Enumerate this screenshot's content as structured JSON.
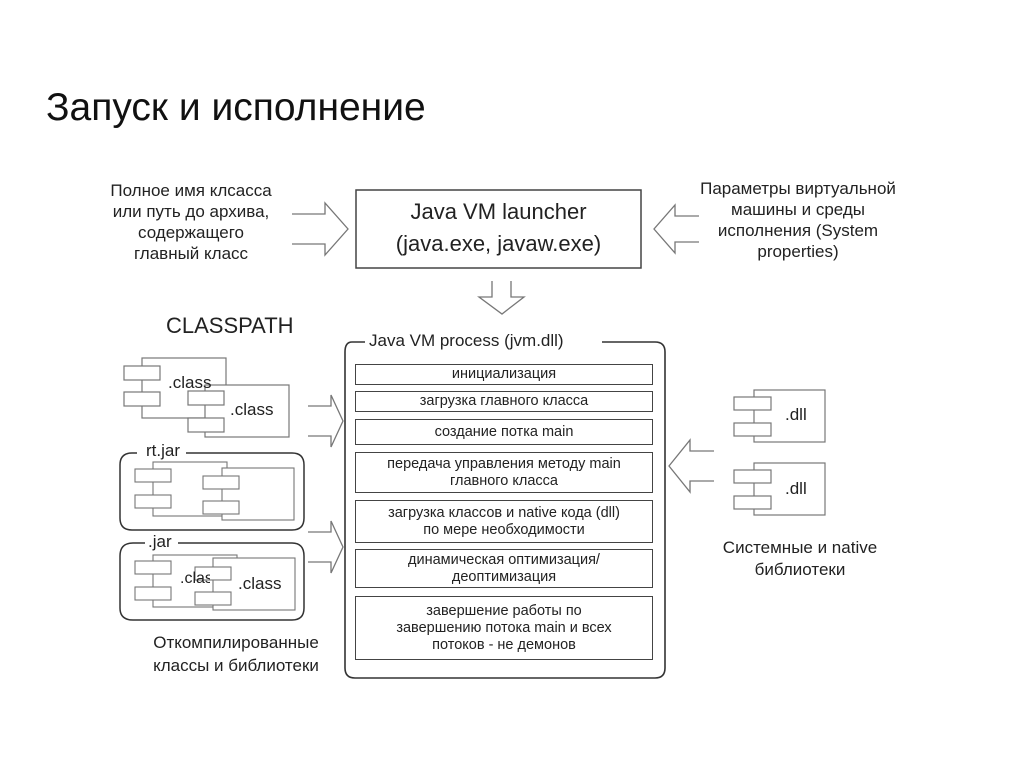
{
  "title": "Запуск и исполнение",
  "left_input": [
    "Полное имя клсасса",
    "или путь до архива,",
    "содержащего",
    "главный класс"
  ],
  "right_input": [
    "Параметры виртуальной",
    "машины и среды",
    "исполнения (System",
    "properties)"
  ],
  "launcher": {
    "line1": "Java VM launcher",
    "line2": "(java.exe, javaw.exe)"
  },
  "process": {
    "label": "Java VM process (jvm.dll)",
    "steps": [
      {
        "lines": [
          "инициализация"
        ]
      },
      {
        "lines": [
          "загрузка главного класса"
        ]
      },
      {
        "lines": [
          "создание потка main"
        ]
      },
      {
        "lines": [
          "передача управления методу main",
          "главного класса"
        ]
      },
      {
        "lines": [
          "загрузка классов и native кода (dll)",
          "по мере необходимости"
        ]
      },
      {
        "lines": [
          "динамическая оптимизация/",
          "деоптимизация"
        ]
      },
      {
        "lines": [
          "завершение работы по",
          "завершению потока main и всех",
          "потоков - не демонов"
        ]
      }
    ]
  },
  "classpath": {
    "heading": "CLASSPATH",
    "class_label": ".class",
    "rt_jar_label": "rt.jar",
    "jar_label": ".jar",
    "caption": [
      "Откомпилированные",
      "классы и библиотеки"
    ]
  },
  "native": {
    "dll_label": ".dll",
    "caption": [
      "Системные и native",
      "библиотеки"
    ]
  }
}
